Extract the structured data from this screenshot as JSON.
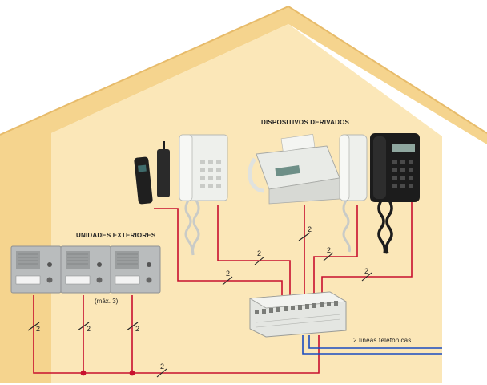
{
  "labels": {
    "derived_devices": "DISPOSITIVOS DERIVADOS",
    "outdoor_units": "UNIDADES EXTERIORES",
    "max_note": "(máx. 3)",
    "phone_lines": "2 líneas telefónicas"
  },
  "wire_counts": {
    "fax_down": "2",
    "handset_to_mid": "2",
    "mid_to_unit": "2",
    "wall_phone_right": "2",
    "right_phone_mid": "2",
    "left_phone_long": "2",
    "panel_1": "2",
    "panel_2": "2",
    "panel_3": "2",
    "bottom_bus": "2"
  },
  "colors": {
    "house_wall": "#fbe7b8",
    "house_roof": "#f5d48e",
    "house_outline": "#e7bb6a",
    "wire_red": "#c8102e",
    "wire_blue": "#1a4bbf",
    "panel_gray": "#b9bcbd",
    "phone_white": "#eef0ec",
    "phone_black": "#1c1c1c"
  }
}
